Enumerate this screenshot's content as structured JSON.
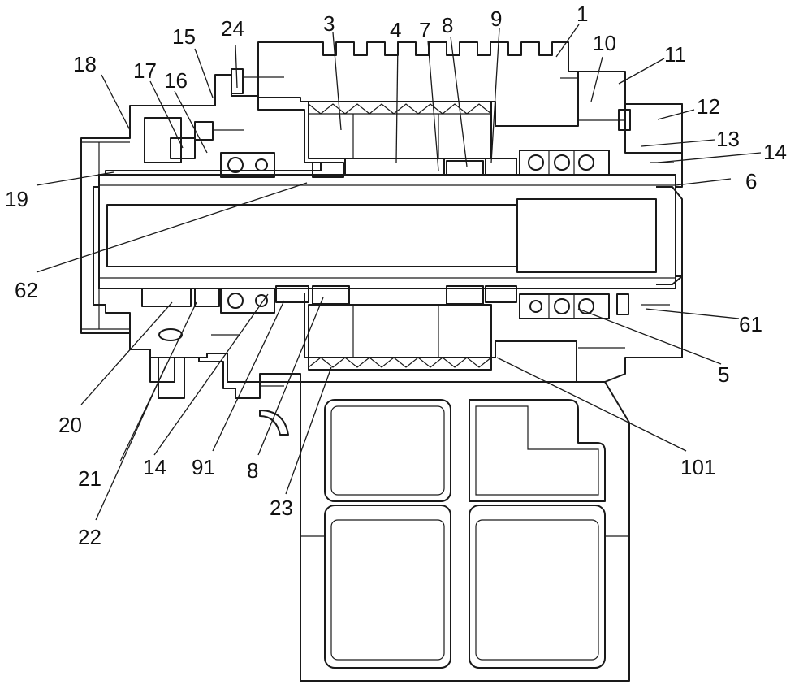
{
  "diagram": {
    "labels": [
      {
        "id": "1",
        "text": "1"
      },
      {
        "id": "3",
        "text": "3"
      },
      {
        "id": "4",
        "text": "4"
      },
      {
        "id": "7",
        "text": "7"
      },
      {
        "id": "8a",
        "text": "8"
      },
      {
        "id": "9",
        "text": "9"
      },
      {
        "id": "10",
        "text": "10"
      },
      {
        "id": "11",
        "text": "11"
      },
      {
        "id": "12",
        "text": "12"
      },
      {
        "id": "13",
        "text": "13"
      },
      {
        "id": "14a",
        "text": "14"
      },
      {
        "id": "6",
        "text": "6"
      },
      {
        "id": "15",
        "text": "15"
      },
      {
        "id": "24",
        "text": "24"
      },
      {
        "id": "18",
        "text": "18"
      },
      {
        "id": "17",
        "text": "17"
      },
      {
        "id": "16",
        "text": "16"
      },
      {
        "id": "19",
        "text": "19"
      },
      {
        "id": "62",
        "text": "62"
      },
      {
        "id": "61",
        "text": "61"
      },
      {
        "id": "5",
        "text": "5"
      },
      {
        "id": "20",
        "text": "20"
      },
      {
        "id": "21",
        "text": "21"
      },
      {
        "id": "22",
        "text": "22"
      },
      {
        "id": "14b",
        "text": "14"
      },
      {
        "id": "91",
        "text": "91"
      },
      {
        "id": "8b",
        "text": "8"
      },
      {
        "id": "23",
        "text": "23"
      },
      {
        "id": "101",
        "text": "101"
      }
    ]
  }
}
